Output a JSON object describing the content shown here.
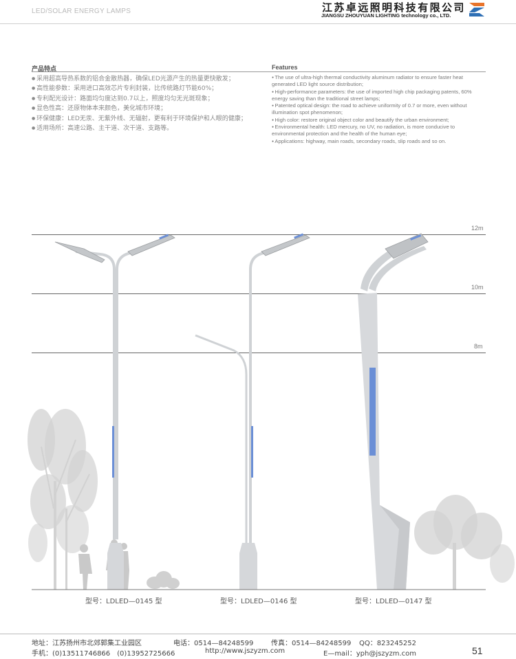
{
  "header": {
    "category": "LED/SOLAR ENERGY LAMPS",
    "company_cn": "江苏卓远照明科技有限公司",
    "company_en": "JIANGSU ZHOUYUAN LIGHTING technology co., LTD."
  },
  "features_cn": {
    "title": "产品特点",
    "items": [
      "采用超高导热系数的铝合金散热器，确保LED光源产生的热量更快散发；",
      "高性能参数：采用进口高效芯片专利封装，比传统路灯节能60%；",
      "专利配光设计：路面均匀度达到0.7以上，照度均匀无光斑现象；",
      "显色性高：还原物体本来颜色，美化城市环境；",
      "环保健康：LED无汞、无紫外线、无辐射，更有利于环境保护和人眼的健康；",
      "适用场所：高速公路、主干道、次干道、支路等。"
    ]
  },
  "features_en": {
    "title": "Features",
    "items": [
      "The use of ultra-high thermal conductivity aluminum radiator to ensure faster heat generated LED light source distribution;",
      "High-performance parameters: the use of imported high chip packaging patents, 60% energy saving than the traditional street lamps;",
      "Patented optical design: the road to achieve uniformity of 0.7 or more, even without illumination spot phenomenon;",
      "High color: restore original object color and beautify the urban environment;",
      "Environmental health: LED mercury, no UV, no radiation, is more conducive to environmental protection and the health of the human eye;",
      "Applications: highway, main roads, secondary roads, slip roads and so on."
    ]
  },
  "heights": [
    "12m",
    "10m",
    "8m"
  ],
  "models": [
    "型号：LDLED—0145 型",
    "型号：LDLED—0146 型",
    "型号：LDLED—0147 型"
  ],
  "footer": {
    "address": "地址：江苏扬州市北郊郭集工业园区",
    "phone": "电话：0514—84248599",
    "fax": "传真：0514—84248599",
    "qq": "QQ：823245252",
    "mobile": "手机：(0)13511746866　(0)13952725666",
    "web": "http://www.jszyzm.com",
    "email": "E—mail：yph@jszyzm.com",
    "page": "51"
  },
  "colors": {
    "accent": "#6b8fd6",
    "pole": "#d7d9dc",
    "tree": "#d2d2d2"
  }
}
